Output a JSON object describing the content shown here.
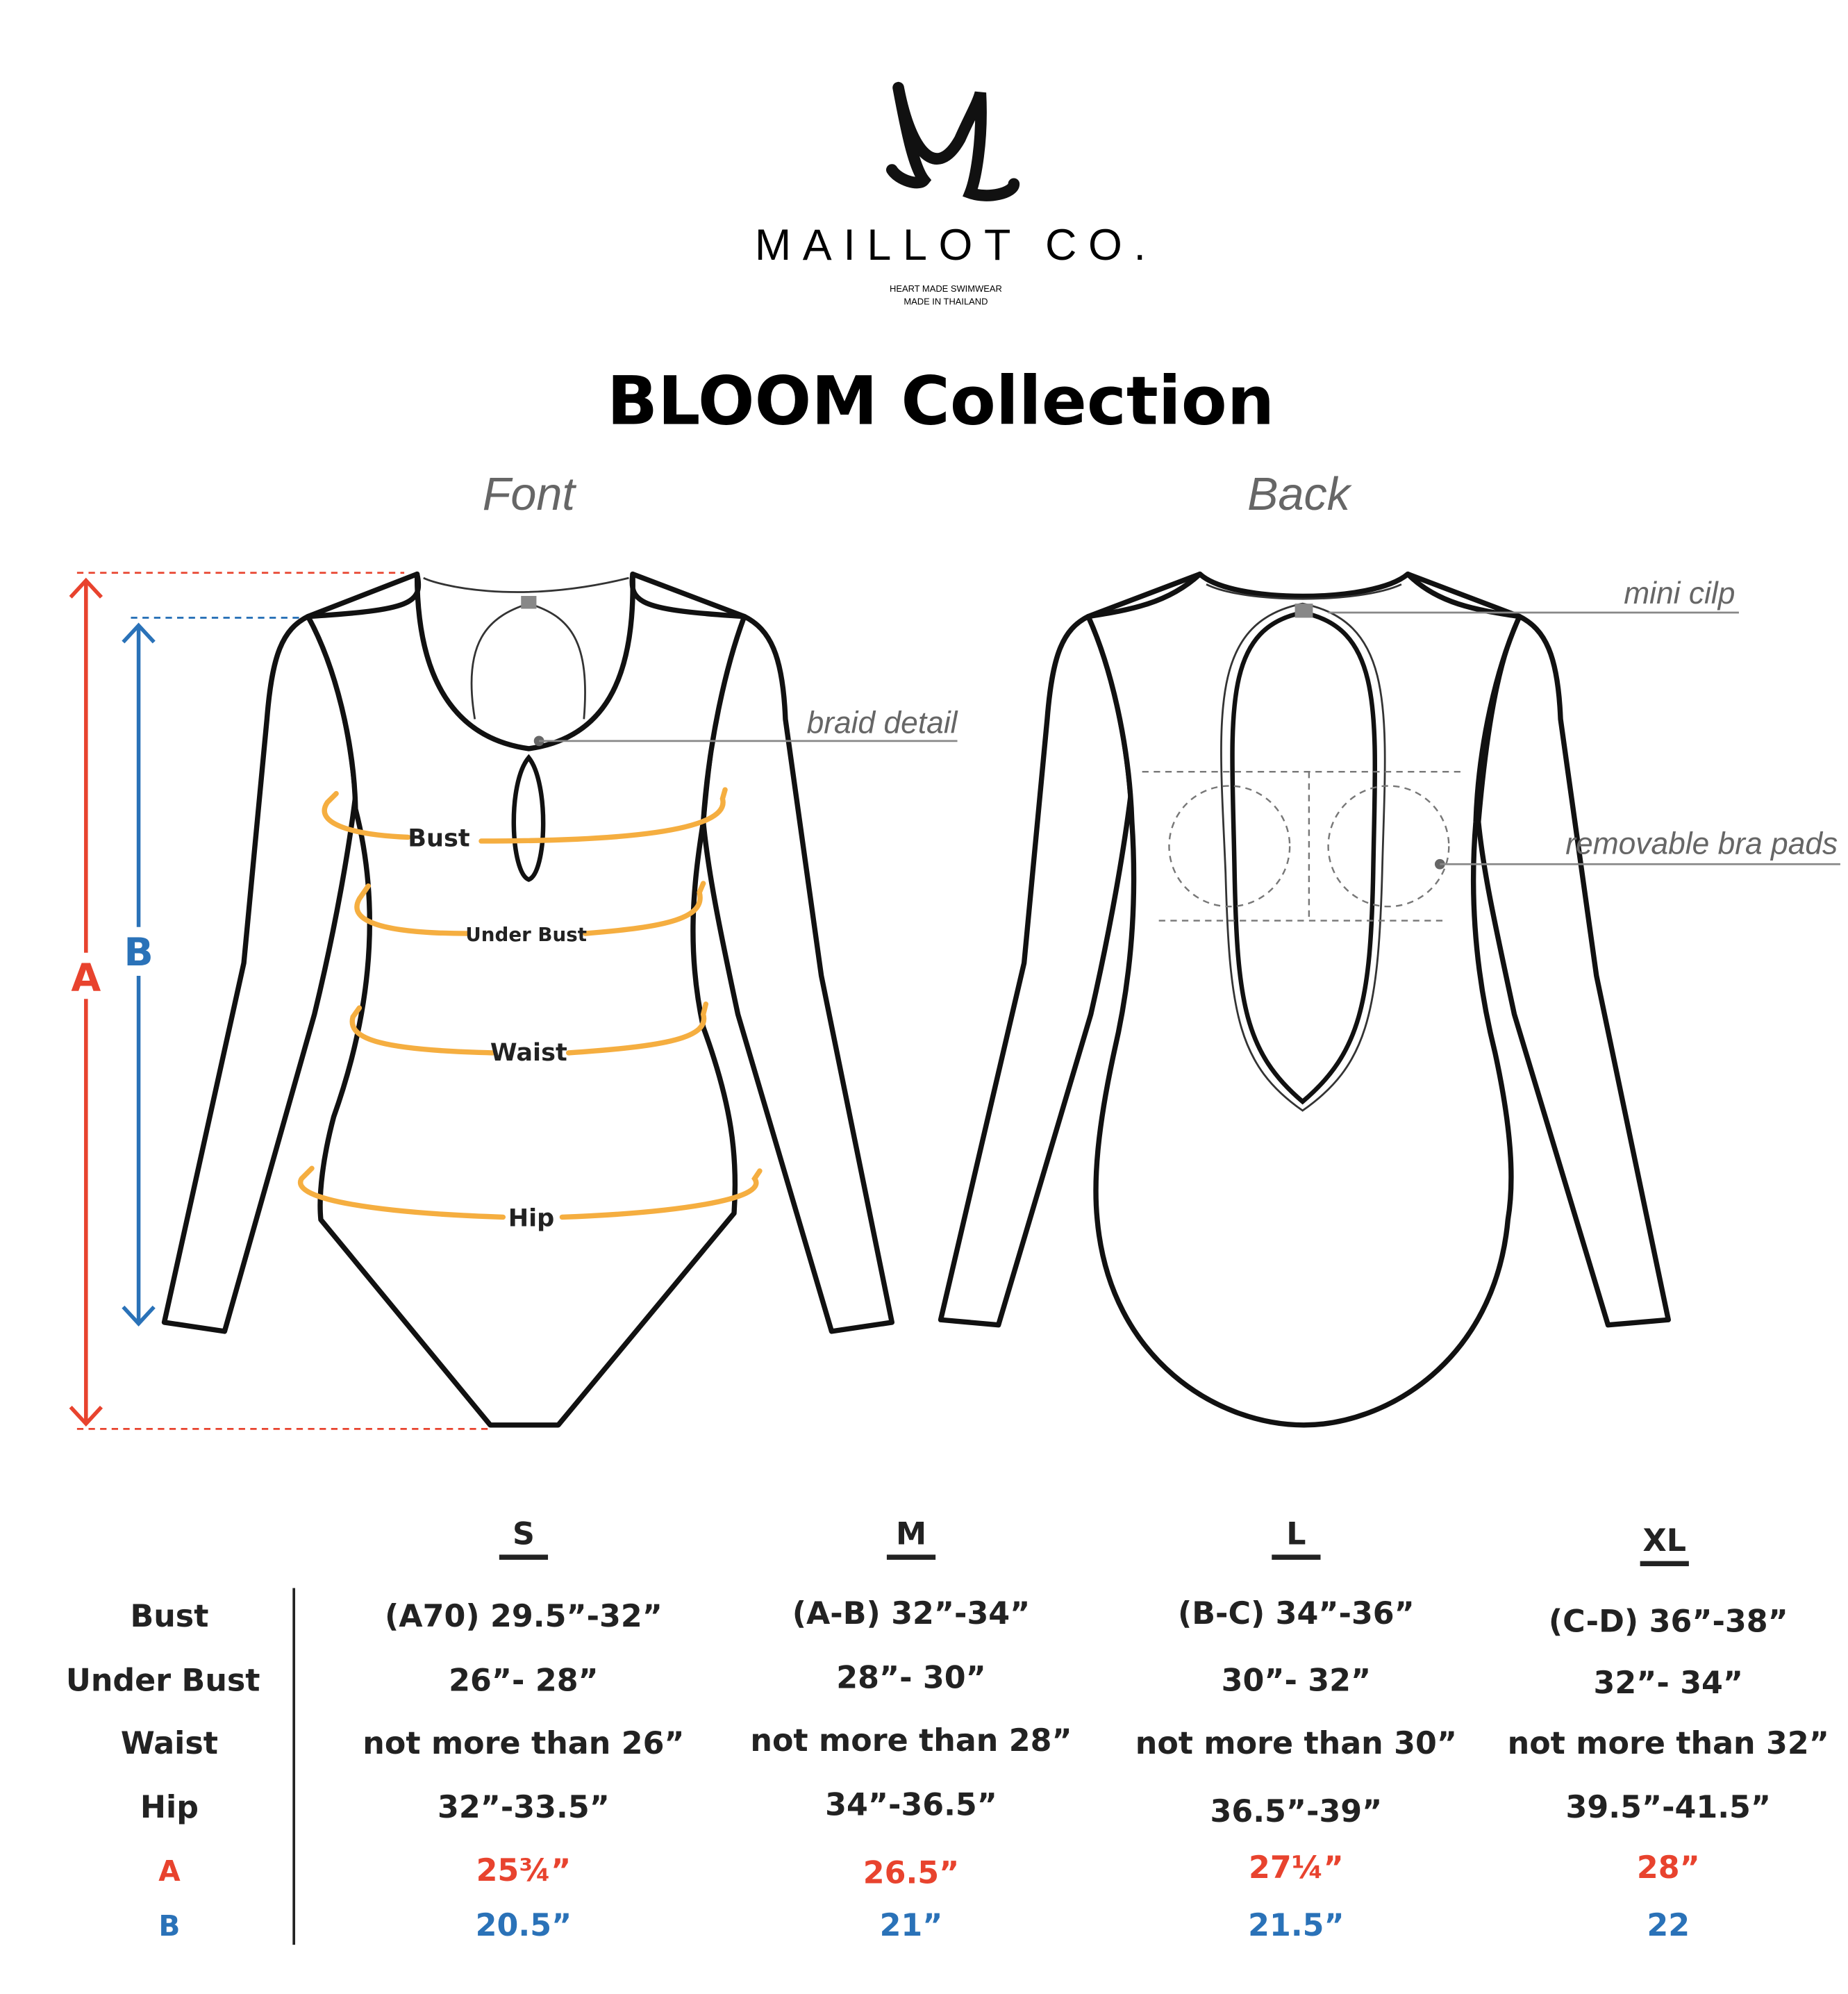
{
  "brand": {
    "name": "MAILLOT CO.",
    "monogram": "M",
    "tagline_1": "HEART MADE SWIMWEAR",
    "tagline_2": "MADE IN THAILAND"
  },
  "title": "BLOOM Collection",
  "views": {
    "front": "Font",
    "back": "Back"
  },
  "annotations": {
    "braid": "braid detail",
    "clip": "mini cilp",
    "pads": "removable bra pads"
  },
  "measures": {
    "bust": "Bust",
    "under_bust": "Under Bust",
    "waist": "Waist",
    "hip": "Hip",
    "a": "A",
    "b": "B"
  },
  "colors": {
    "a": "#E8432E",
    "b": "#2A72B8",
    "arc": "#F5AE40"
  },
  "table": {
    "sizes": [
      "S",
      "M",
      "L",
      "XL"
    ],
    "row_labels": [
      "Bust",
      "Under Bust",
      "Waist",
      "Hip",
      "A",
      "B"
    ],
    "rows": [
      [
        "(A70) 29.5”-32”",
        "(A-B) 32”-34”",
        "(B-C) 34”-36”",
        "(C-D) 36”-38”"
      ],
      [
        "26”- 28”",
        "28”- 30”",
        "30”- 32”",
        "32”- 34”"
      ],
      [
        "not more than 26”",
        "not more than 28”",
        "not more than 30”",
        "not more than 32”"
      ],
      [
        "32”-33.5”",
        "34”-36.5”",
        "36.5”-39”",
        "39.5”-41.5”"
      ],
      [
        "25¾”",
        "26.5”",
        "27¼”",
        "28”"
      ],
      [
        "20.5”",
        "21”",
        "21.5”",
        "22"
      ]
    ]
  }
}
